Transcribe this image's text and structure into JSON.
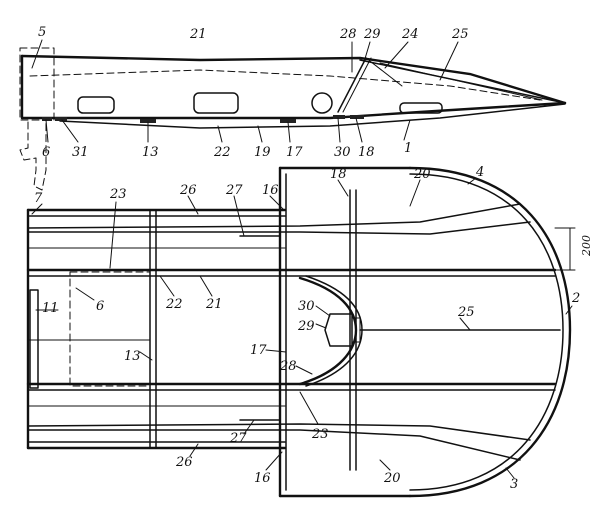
{
  "side_view": {
    "labels": [
      "5",
      "21",
      "28",
      "29",
      "24",
      "25",
      "6",
      "31",
      "13",
      "22",
      "19",
      "17",
      "30",
      "18",
      "1"
    ]
  },
  "plan_view": {
    "labels": [
      "7",
      "23",
      "26",
      "27",
      "16",
      "18",
      "20",
      "4",
      "2",
      "6",
      "11",
      "22",
      "21",
      "30",
      "29",
      "25",
      "13",
      "17",
      "28",
      "27",
      "23",
      "26",
      "16",
      "20",
      "3"
    ],
    "dimension": "200"
  }
}
